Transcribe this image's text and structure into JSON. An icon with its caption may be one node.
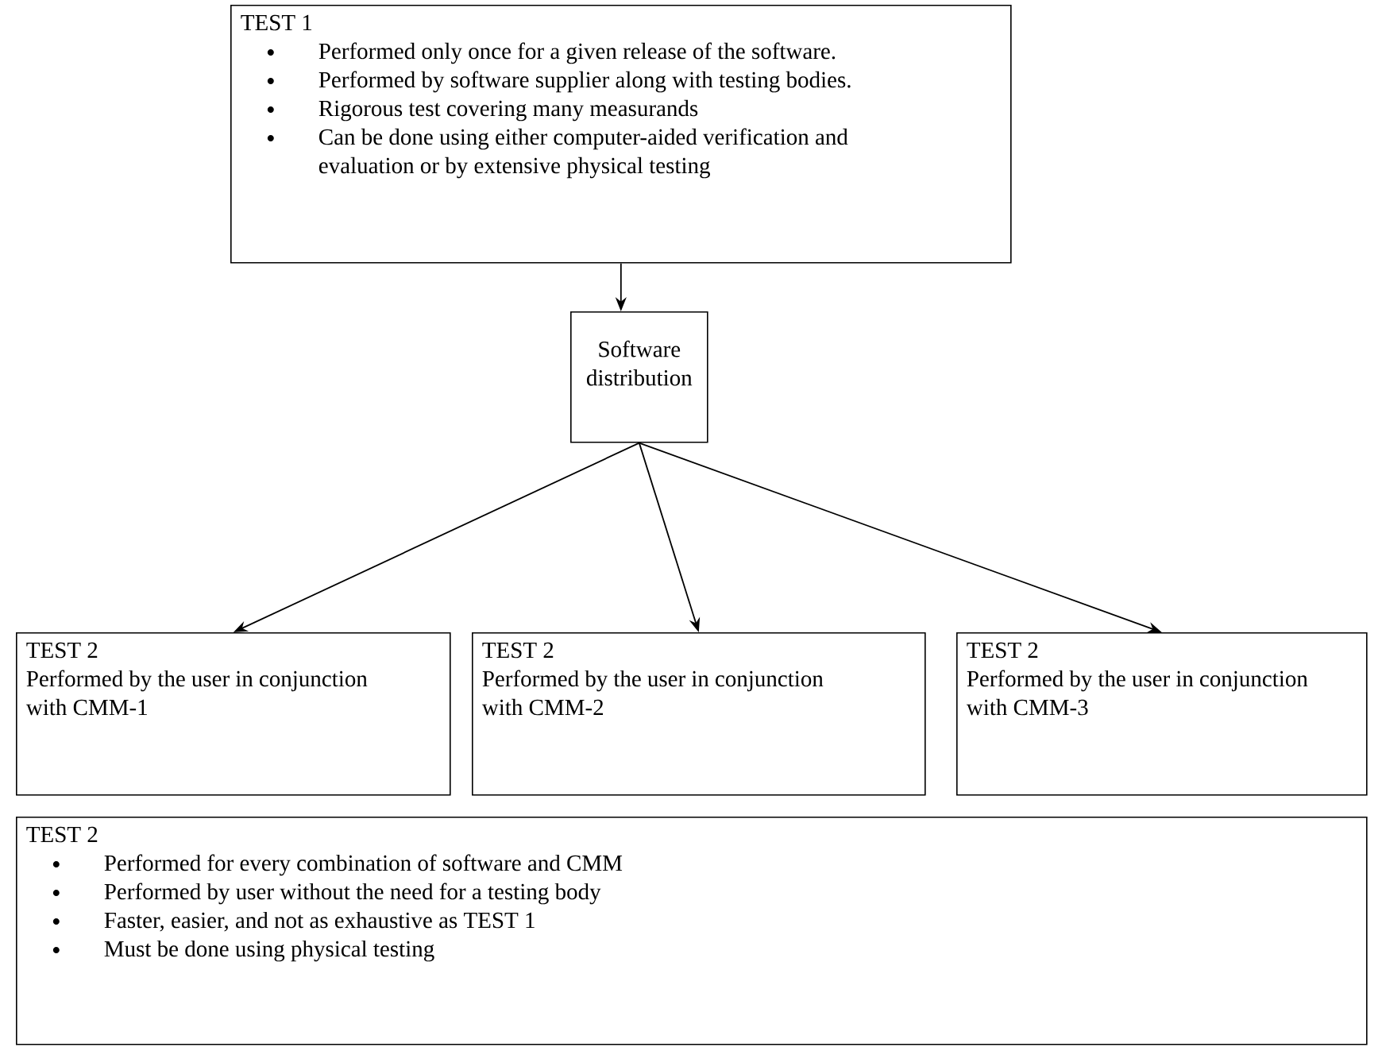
{
  "diagram": {
    "nodes": [
      {
        "text": [
          "TEST 1",
          "Performed only once for a given release of the software.",
          "Performed by software supplier along with testing bodies.",
          "Rigorous test covering many measurands",
          "Can be done using either computer-aided verification and evaluation or by extensive physical testing"
        ]
      },
      {
        "text": [
          "Software distribution"
        ]
      },
      {
        "text": [
          "TEST 2",
          "Performed by the user in conjunction with CMM-1"
        ]
      },
      {
        "text": [
          "TEST 2",
          "Performed by the user in conjunction with CMM-2"
        ]
      },
      {
        "text": [
          "TEST 2",
          "Performed by the user in conjunction with CMM-3"
        ]
      },
      {
        "text": [
          "TEST 2",
          "Performed for every combination of software and CMM",
          "Performed by user without the need for a testing body",
          "Faster, easier, and not as exhaustive as TEST 1",
          "Must be done using physical testing"
        ]
      }
    ],
    "edges": [
      {
        "from": 0,
        "to": 1,
        "arrow": "to"
      },
      {
        "from": 1,
        "to": 2,
        "arrow": "to"
      },
      {
        "from": 1,
        "to": 3,
        "arrow": "to"
      },
      {
        "from": 1,
        "to": 4,
        "arrow": "to"
      }
    ]
  }
}
